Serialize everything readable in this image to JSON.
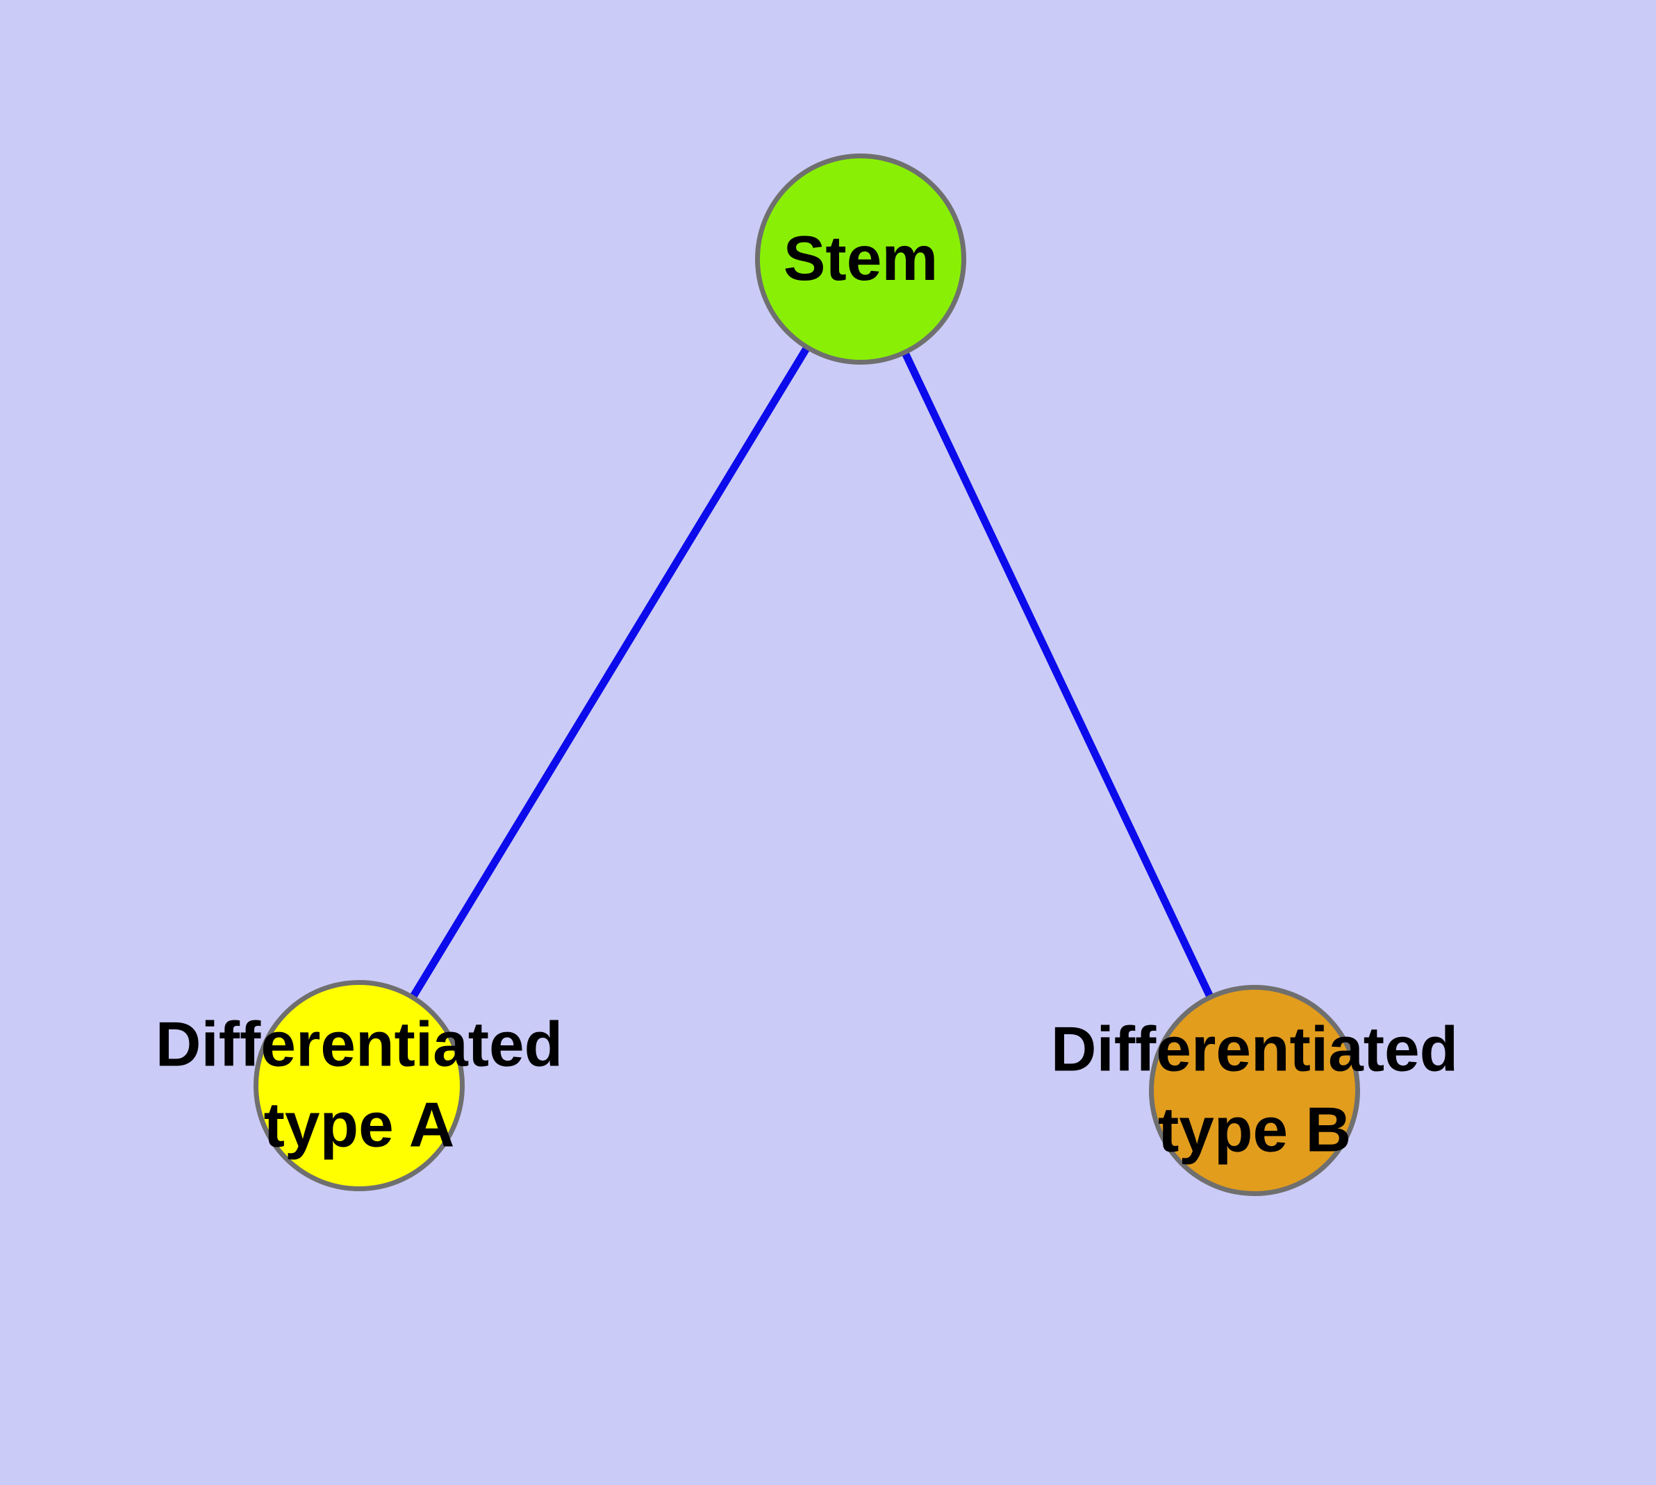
{
  "diagram": {
    "type": "node-link-graph",
    "background_color": "#CBCBF7",
    "edge_color": "#0B0BEB",
    "node_border_color": "#6F6F6F",
    "label_color": "#000000",
    "nodes": [
      {
        "id": "stem",
        "label": "Stem",
        "fill": "#89F005"
      },
      {
        "id": "differentiated-type-a",
        "label": "Differentiated type A",
        "label_line1": "Differentiated",
        "label_line2": "type A",
        "fill": "#FFFF00"
      },
      {
        "id": "differentiated-type-b",
        "label": "Differentiated type B",
        "label_line1": "Differentiated",
        "label_line2": "type B",
        "fill": "#E29D1D"
      }
    ],
    "edges": [
      {
        "from": "Stem",
        "to": "Differentiated type A"
      },
      {
        "from": "Stem",
        "to": "Differentiated type B"
      }
    ]
  }
}
